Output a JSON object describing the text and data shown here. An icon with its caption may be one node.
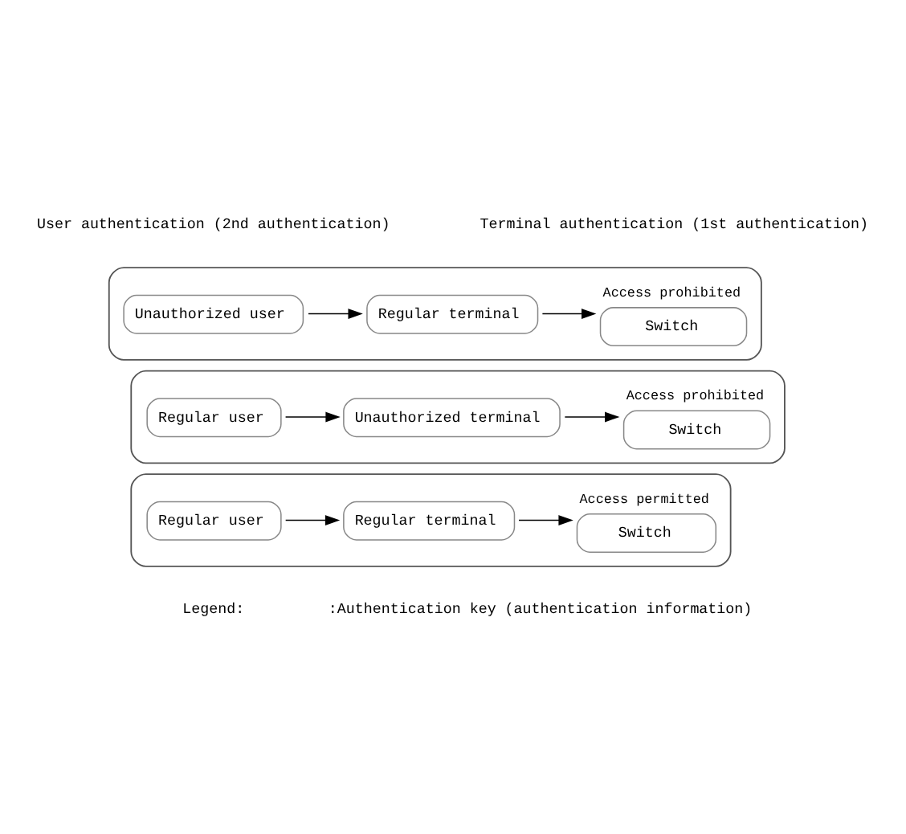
{
  "diagram": {
    "nodes": [
      {
        "text": [],
        "shape": "box"
      },
      {
        "text": [
          "Unauthorized user"
        ],
        "in": 0
      },
      {
        "text": [
          "Regular terminal"
        ],
        "in": 0
      },
      {
        "text": [
          "Switch"
        ],
        "in": 0,
        "beside": [
          "Access prohibited"
        ]
      },
      {
        "text": [],
        "shape": "box"
      },
      {
        "text": [
          "Regular user"
        ],
        "in": 4
      },
      {
        "text": [
          "Unauthorized terminal"
        ],
        "in": 4
      },
      {
        "text": [
          "Switch"
        ],
        "in": 4,
        "beside": [
          "Access prohibited"
        ]
      },
      {
        "text": [],
        "shape": "box"
      },
      {
        "text": [
          "Regular user"
        ],
        "in": 8
      },
      {
        "text": [
          "Regular terminal"
        ],
        "in": 8
      },
      {
        "text": [
          "Switch"
        ],
        "in": 8,
        "beside": [
          "Access permitted"
        ]
      }
    ],
    "edges": [
      {
        "from": 1,
        "to": 2,
        "arrow": "to"
      },
      {
        "from": 2,
        "to": 3,
        "arrow": "to"
      },
      {
        "from": 5,
        "to": 6,
        "arrow": "to"
      },
      {
        "from": 6,
        "to": 7,
        "arrow": "to"
      },
      {
        "from": 9,
        "to": 10,
        "arrow": "to"
      },
      {
        "from": 10,
        "to": 11,
        "arrow": "to"
      }
    ],
    "labels": [
      "User authentication (2nd authentication)",
      "Terminal authentication (1st authentication)",
      "Legend:"
    ],
    "legend": [
      {
        "text": ":Authentication key (authentication information)"
      }
    ]
  }
}
